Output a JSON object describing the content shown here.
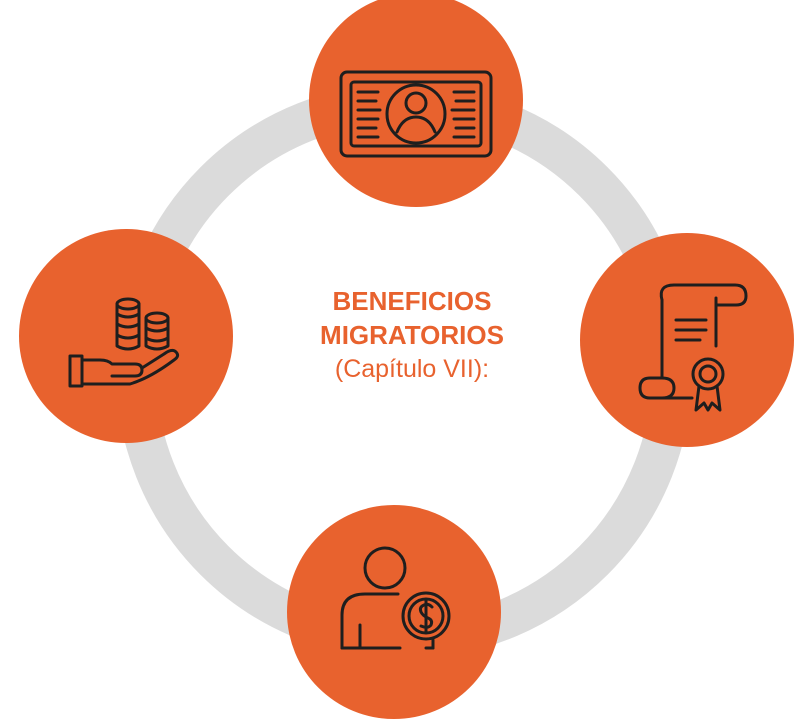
{
  "diagram": {
    "title_line1": "BENEFICIOS",
    "title_line2": "MIGRATORIOS",
    "subtitle": "(Capítulo VII):"
  },
  "colors": {
    "node": "#e8622e",
    "ring": "#dbdbdb",
    "text": "#e8622e",
    "icon_stroke": "#1e1e1e"
  },
  "nodes": [
    {
      "icon": "id-card-icon"
    },
    {
      "icon": "certificate-scroll-icon"
    },
    {
      "icon": "person-dollar-icon"
    },
    {
      "icon": "coins-hand-icon"
    }
  ]
}
